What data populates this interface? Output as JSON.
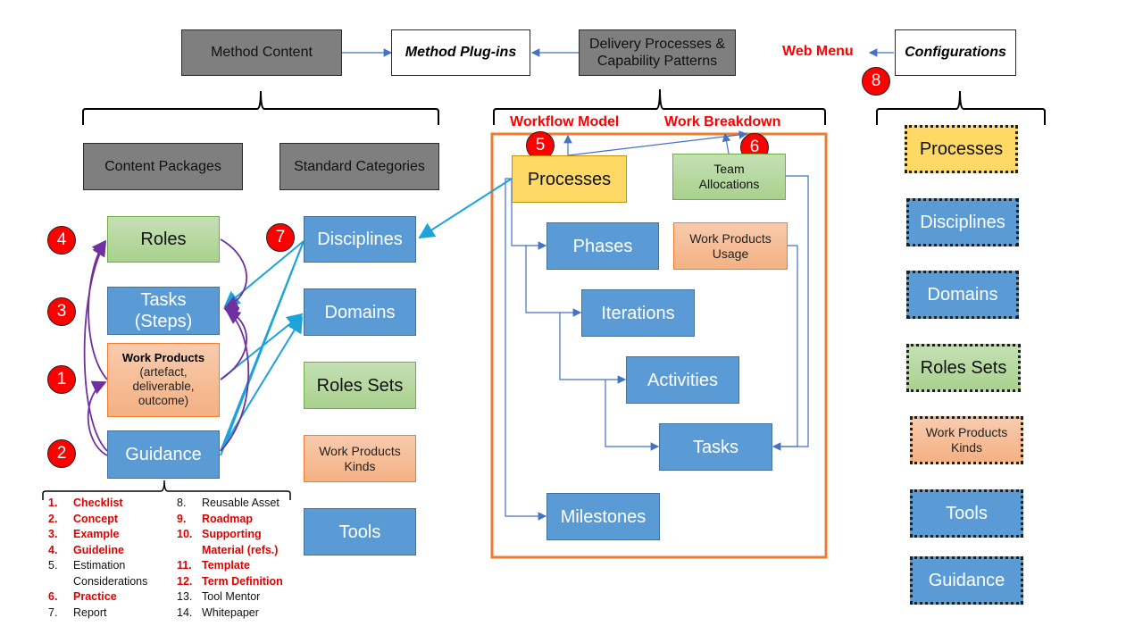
{
  "top": {
    "method_content": "Method Content",
    "method_plugins": "Method Plug-ins",
    "delivery_processes": "Delivery Processes & Capability Patterns",
    "configurations": "Configurations",
    "web_menu": "Web Menu"
  },
  "left": {
    "content_packages": "Content Packages",
    "standard_categories": "Standard Categories",
    "roles": "Roles",
    "tasks": "Tasks (Steps)",
    "work_products_title": "Work Products",
    "work_products_sub": "(artefact, deliverable, outcome)",
    "guidance": "Guidance",
    "disciplines": "Disciplines",
    "domains": "Domains",
    "roles_sets": "Roles Sets",
    "work_products_kinds": "Work Products Kinds",
    "tools": "Tools"
  },
  "middle": {
    "workflow_model": "Workflow Model",
    "work_breakdown": "Work Breakdown",
    "processes": "Processes",
    "team_allocations": "Team Allocations",
    "phases": "Phases",
    "work_products_usage": "Work Products Usage",
    "iterations": "Iterations",
    "activities": "Activities",
    "tasks": "Tasks",
    "milestones": "Milestones"
  },
  "right": {
    "processes": "Processes",
    "disciplines": "Disciplines",
    "domains": "Domains",
    "roles_sets": "Roles Sets",
    "work_products_kinds": "Work Products Kinds",
    "tools": "Tools",
    "guidance": "Guidance"
  },
  "badges": {
    "b1": "1",
    "b2": "2",
    "b3": "3",
    "b4": "4",
    "b5": "5",
    "b6": "6",
    "b7": "7",
    "b8": "8"
  },
  "guidance_list_left": [
    {
      "num": "1.",
      "label": "Checklist",
      "highlight": true
    },
    {
      "num": "2.",
      "label": "Concept",
      "highlight": true
    },
    {
      "num": "3.",
      "label": "Example",
      "highlight": true
    },
    {
      "num": "4.",
      "label": "Guideline",
      "highlight": true
    },
    {
      "num": "5.",
      "label": "Estimation Considerations",
      "highlight": false
    },
    {
      "num": "6.",
      "label": "Practice",
      "highlight": true
    },
    {
      "num": "7.",
      "label": "Report",
      "highlight": false
    }
  ],
  "guidance_list_right": [
    {
      "num": "8.",
      "label": "Reusable Asset",
      "highlight": false
    },
    {
      "num": "9.",
      "label": "Roadmap",
      "highlight": true
    },
    {
      "num": "10.",
      "label": "Supporting Material (refs.)",
      "highlight": true
    },
    {
      "num": "11.",
      "label": "Template",
      "highlight": true
    },
    {
      "num": "12.",
      "label": "Term Definition",
      "highlight": true
    },
    {
      "num": "13.",
      "label": "Tool Mentor",
      "highlight": false
    },
    {
      "num": "14.",
      "label": "Whitepaper",
      "highlight": false
    }
  ],
  "colors": {
    "highlight": "#ff0000",
    "blue": "#5b9bd5",
    "orange_frame": "#ed7d31",
    "purple": "#7030a0",
    "cyan": "#00b0f0"
  }
}
